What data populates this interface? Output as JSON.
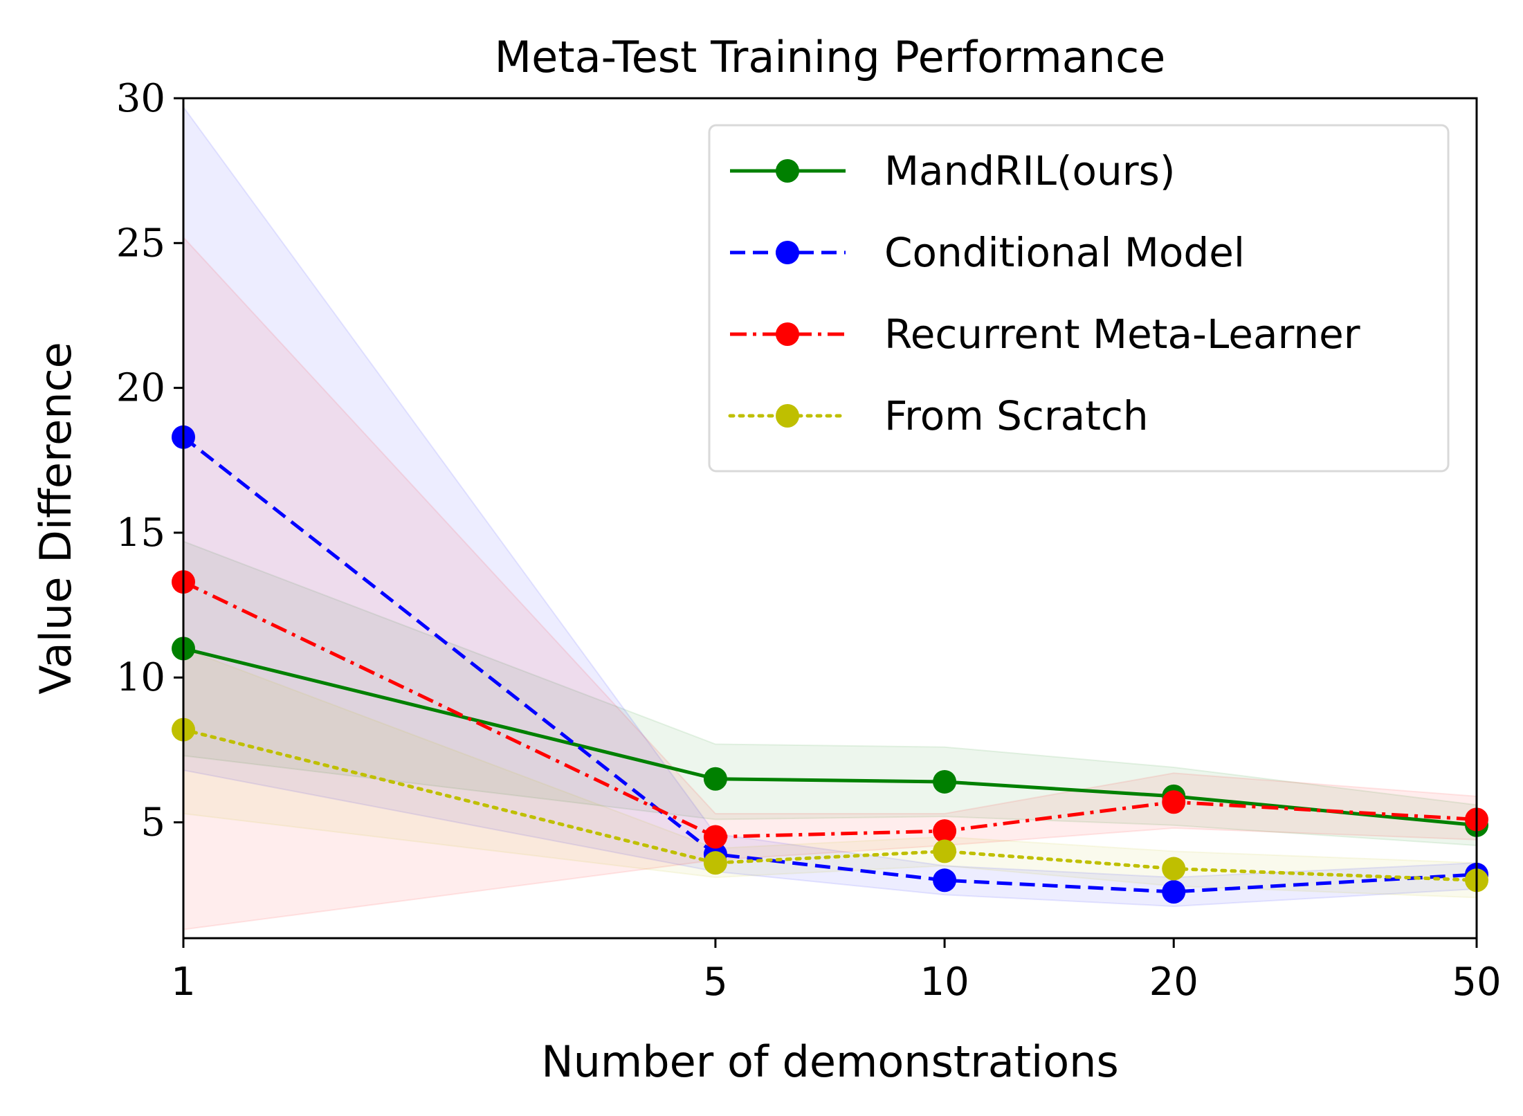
{
  "chart_data": {
    "type": "line",
    "title": "Meta-Test Training Performance",
    "xlabel": "Number of demonstrations",
    "ylabel": "Value Difference",
    "x_scale": "log",
    "x": [
      1,
      5,
      10,
      20,
      50
    ],
    "xticks": [
      "1",
      "5",
      "10",
      "20",
      "50"
    ],
    "xlim": [
      1,
      50
    ],
    "ylim": [
      1,
      30
    ],
    "yticks": [
      "5",
      "10",
      "15",
      "20",
      "25",
      "30"
    ],
    "ytick_values": [
      5,
      10,
      15,
      20,
      25,
      30
    ],
    "grid": false,
    "legend_position": "top-right",
    "series": [
      {
        "name": "MandRIL(ours)",
        "color": "#008000",
        "linestyle": "solid",
        "values": [
          11.0,
          6.5,
          6.4,
          5.9,
          4.9
        ],
        "band_low": [
          7.3,
          5.1,
          5.2,
          4.9,
          4.2
        ],
        "band_high": [
          14.7,
          7.7,
          7.6,
          6.9,
          5.6
        ]
      },
      {
        "name": "Conditional Model",
        "color": "#0000ff",
        "linestyle": "dashed",
        "values": [
          18.3,
          3.9,
          3.0,
          2.6,
          3.2
        ],
        "band_low": [
          6.8,
          3.3,
          2.5,
          2.1,
          2.7
        ],
        "band_high": [
          29.7,
          4.6,
          3.5,
          3.1,
          3.6
        ]
      },
      {
        "name": "Recurrent Meta-Learner",
        "color": "#ff0000",
        "linestyle": "dashdot",
        "values": [
          13.3,
          4.5,
          4.7,
          5.7,
          5.1
        ],
        "band_low": [
          1.3,
          3.7,
          4.2,
          4.8,
          4.4
        ],
        "band_high": [
          25.2,
          5.3,
          5.3,
          6.7,
          5.9
        ]
      },
      {
        "name": "From Scratch",
        "color": "#bfbf00",
        "linestyle": "dotted",
        "values": [
          8.2,
          3.6,
          4.0,
          3.4,
          3.0
        ],
        "band_low": [
          5.3,
          3.1,
          3.5,
          2.8,
          2.4
        ],
        "band_high": [
          11.0,
          4.1,
          4.5,
          4.0,
          3.6
        ]
      }
    ]
  }
}
